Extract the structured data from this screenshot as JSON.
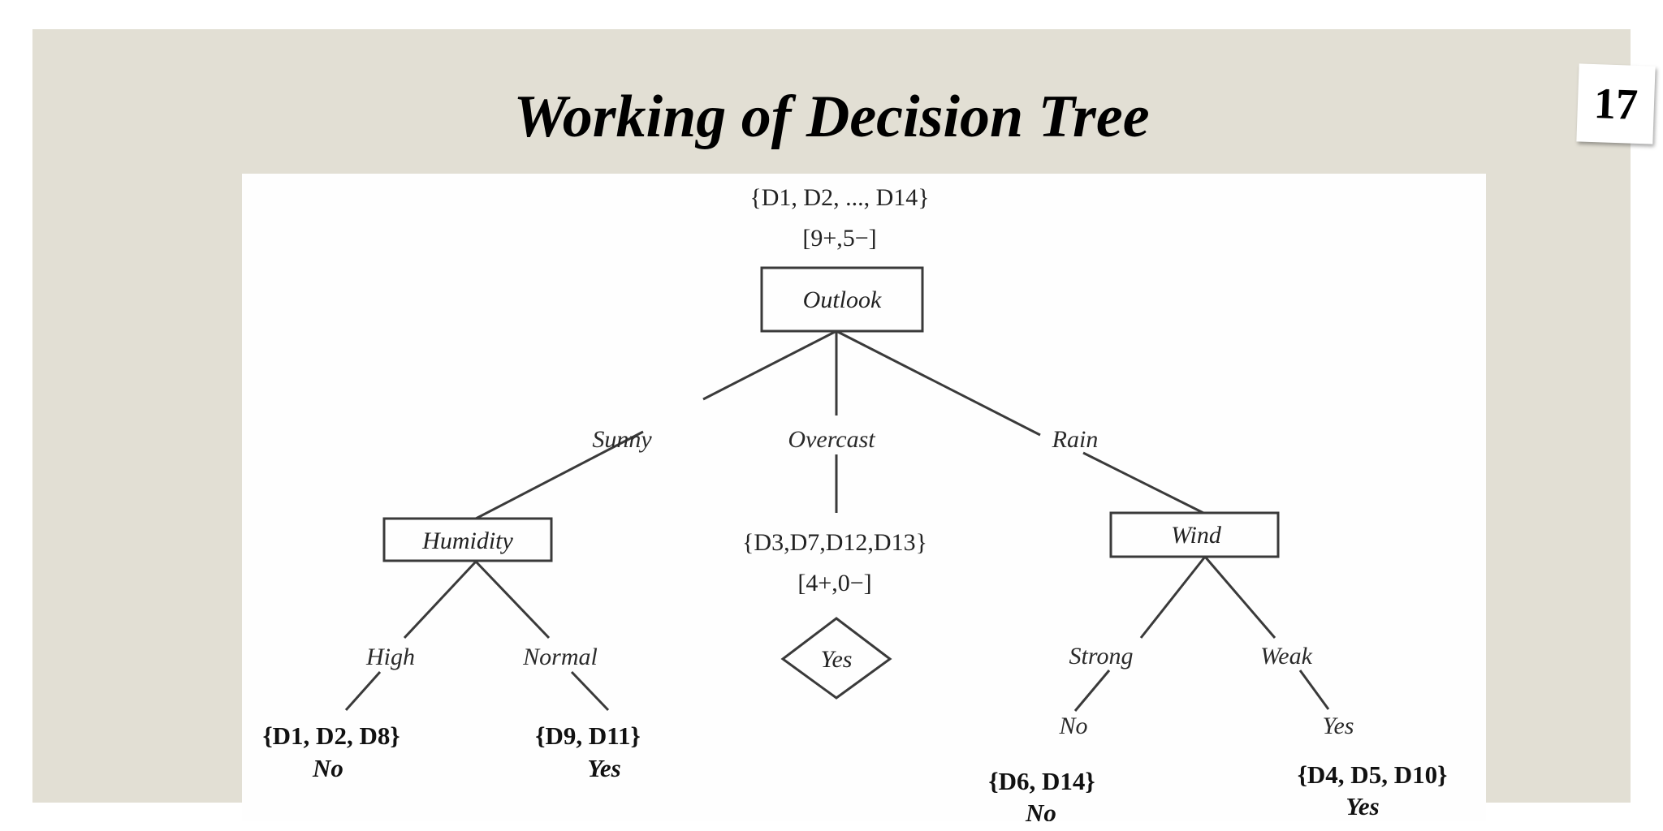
{
  "slide": {
    "title": "Working of Decision Tree",
    "page_number": "17",
    "colors": {
      "background": "#e2dfd4",
      "panel": "#fefefe",
      "line": "#3a3a3a"
    }
  },
  "tree": {
    "root": {
      "label": "Outlook",
      "set": "{D1, D2, ..., D14}",
      "counts": "[9+,5−]"
    },
    "branches": {
      "sunny": "Sunny",
      "overcast": "Overcast",
      "rain": "Rain",
      "high": "High",
      "normal": "Normal",
      "strong": "Strong",
      "weak": "Weak"
    },
    "humidity": {
      "label": "Humidity"
    },
    "overcast_node": {
      "set": "{D3,D7,D12,D13}",
      "counts": "[4+,0−]",
      "leaf": "Yes"
    },
    "wind": {
      "label": "Wind"
    },
    "leaves": {
      "high": {
        "set": "{D1, D2, D8}",
        "label": "No"
      },
      "normal": {
        "set": "{D9, D11}",
        "label": "Yes"
      },
      "strong": {
        "label": "No",
        "set": "{D6, D14}",
        "set_label": "No"
      },
      "weak": {
        "label": "Yes",
        "set": "{D4, D5, D10}",
        "set_label": "Yes"
      }
    }
  }
}
